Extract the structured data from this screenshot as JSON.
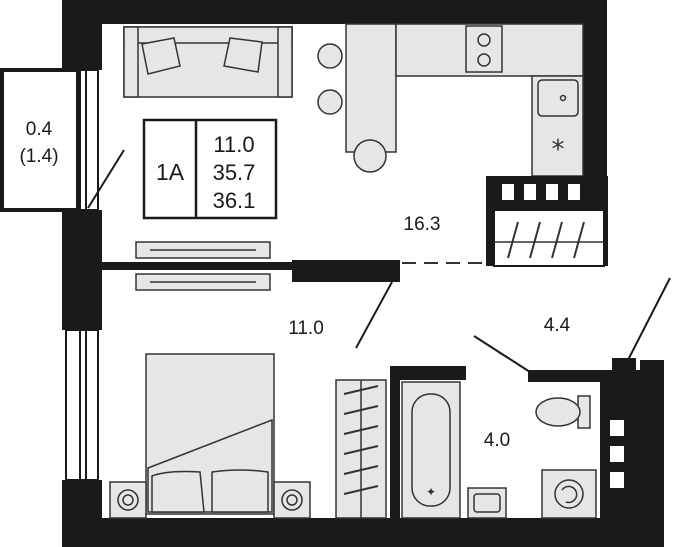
{
  "balcony": {
    "area": "0.4",
    "area_full": "(1.4)"
  },
  "apartment": {
    "type": "1A",
    "living_area": "11.0",
    "total_area": "35.7",
    "total_area_with_balcony": "36.1"
  },
  "rooms": {
    "kitchen_living": "16.3",
    "bedroom": "11.0",
    "hallway": "4.4",
    "bathroom": "4.0"
  },
  "colors": {
    "wall": "#1a1a1a",
    "line": "#333333",
    "fixture": "#e6e6e6",
    "background": "#ffffff"
  }
}
